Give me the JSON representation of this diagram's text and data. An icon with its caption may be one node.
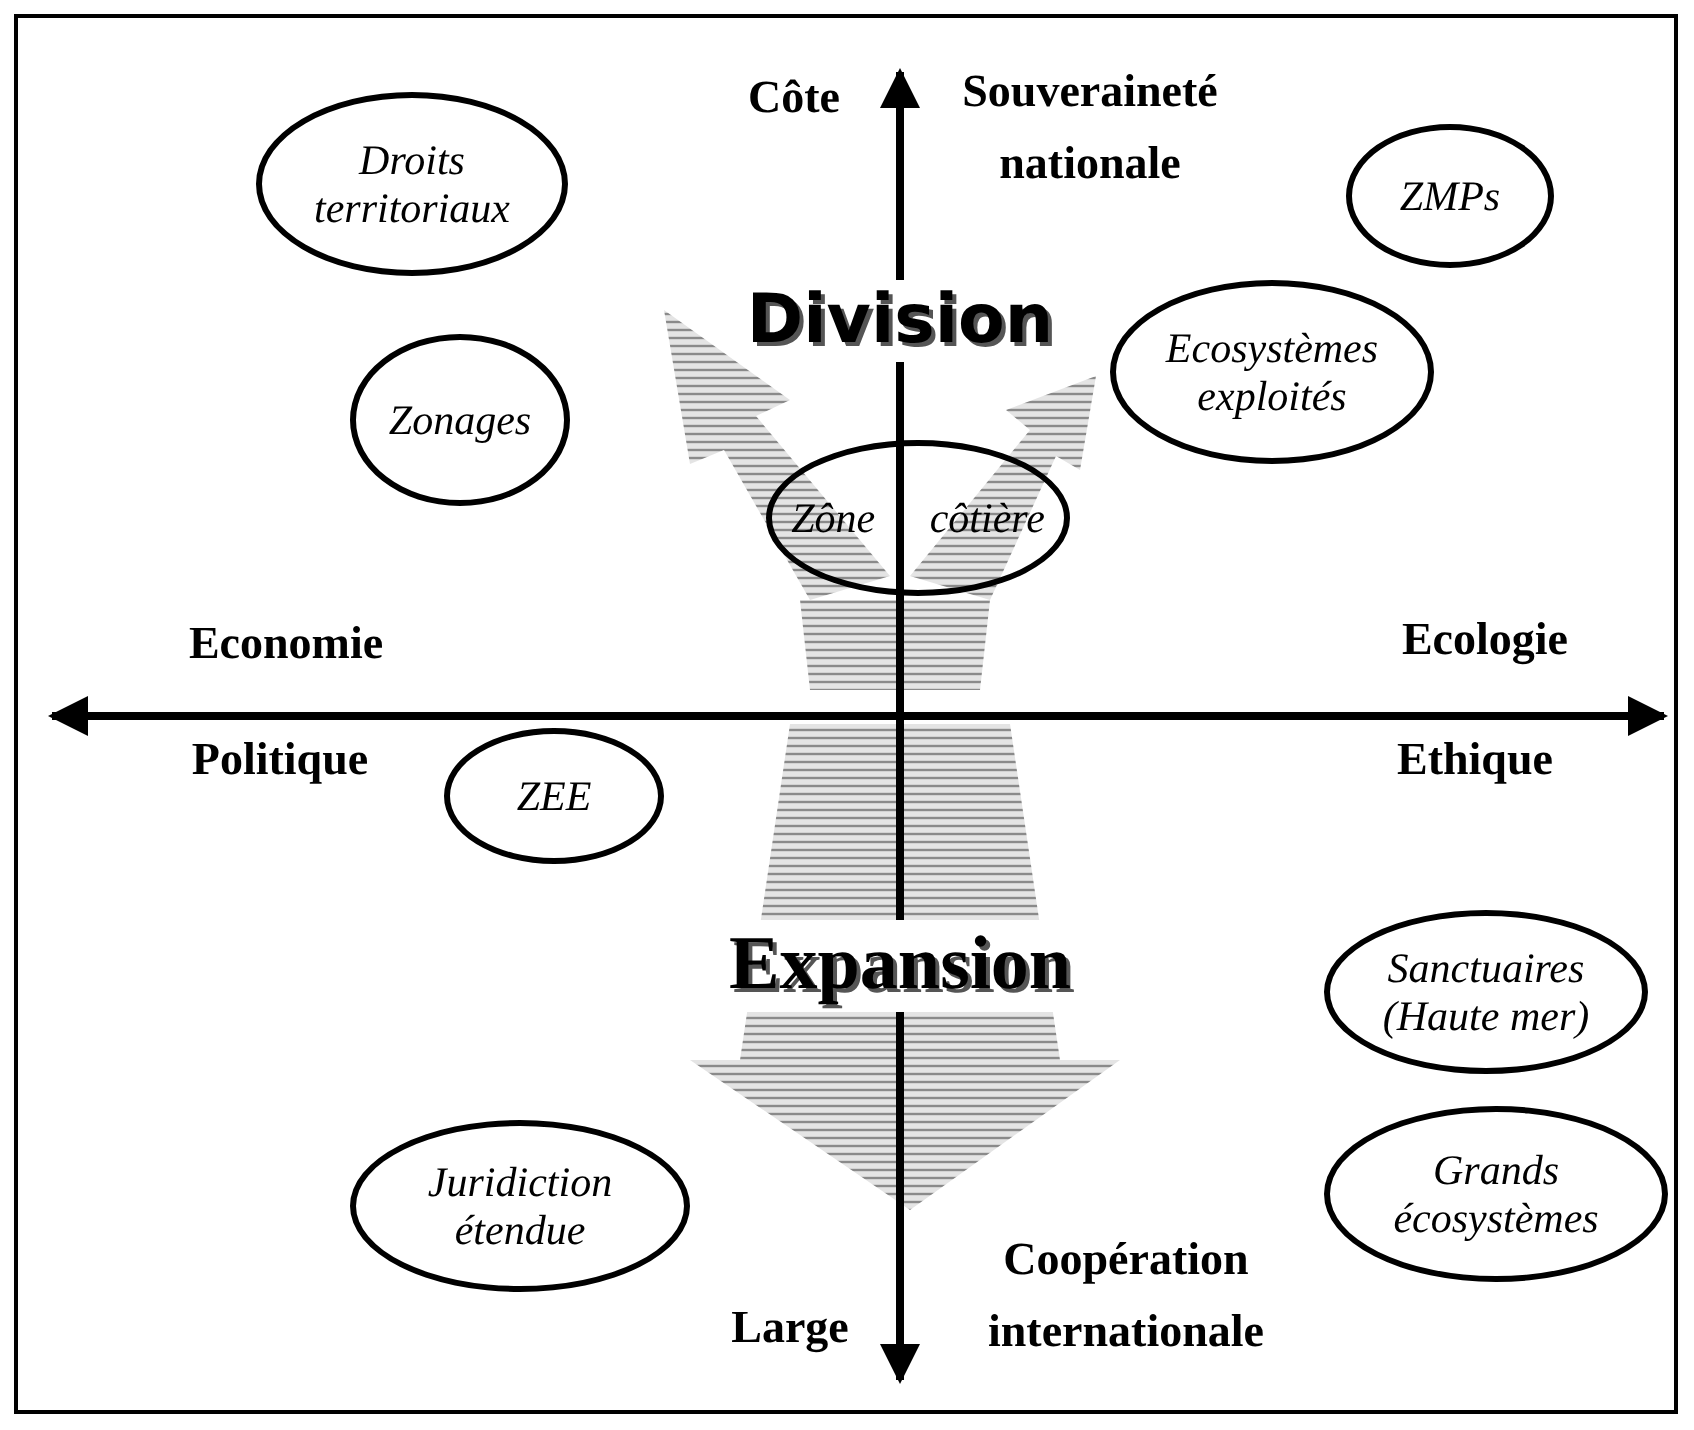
{
  "diagram": {
    "nodes": [
      {
        "text": [
          "Droits territoriaux"
        ]
      },
      {
        "text": [
          "ZMPs"
        ]
      },
      {
        "text": [
          "Zonages"
        ]
      },
      {
        "text": [
          "Ecosystèmes exploités"
        ]
      },
      {
        "text": [
          "Zône côtière"
        ]
      },
      {
        "text": [
          "ZEE"
        ]
      },
      {
        "text": [
          "Sanctuaires (Haute mer)"
        ]
      },
      {
        "text": [
          "Juridiction étendue"
        ]
      },
      {
        "text": [
          "Grands écosystèmes"
        ]
      }
    ],
    "labels": [
      "Côte",
      "Souveraineté nationale",
      "Division",
      "Economie",
      "Ecologie",
      "Politique",
      "Ethique",
      "Expansion",
      "Coopération internationale",
      "Large"
    ]
  }
}
